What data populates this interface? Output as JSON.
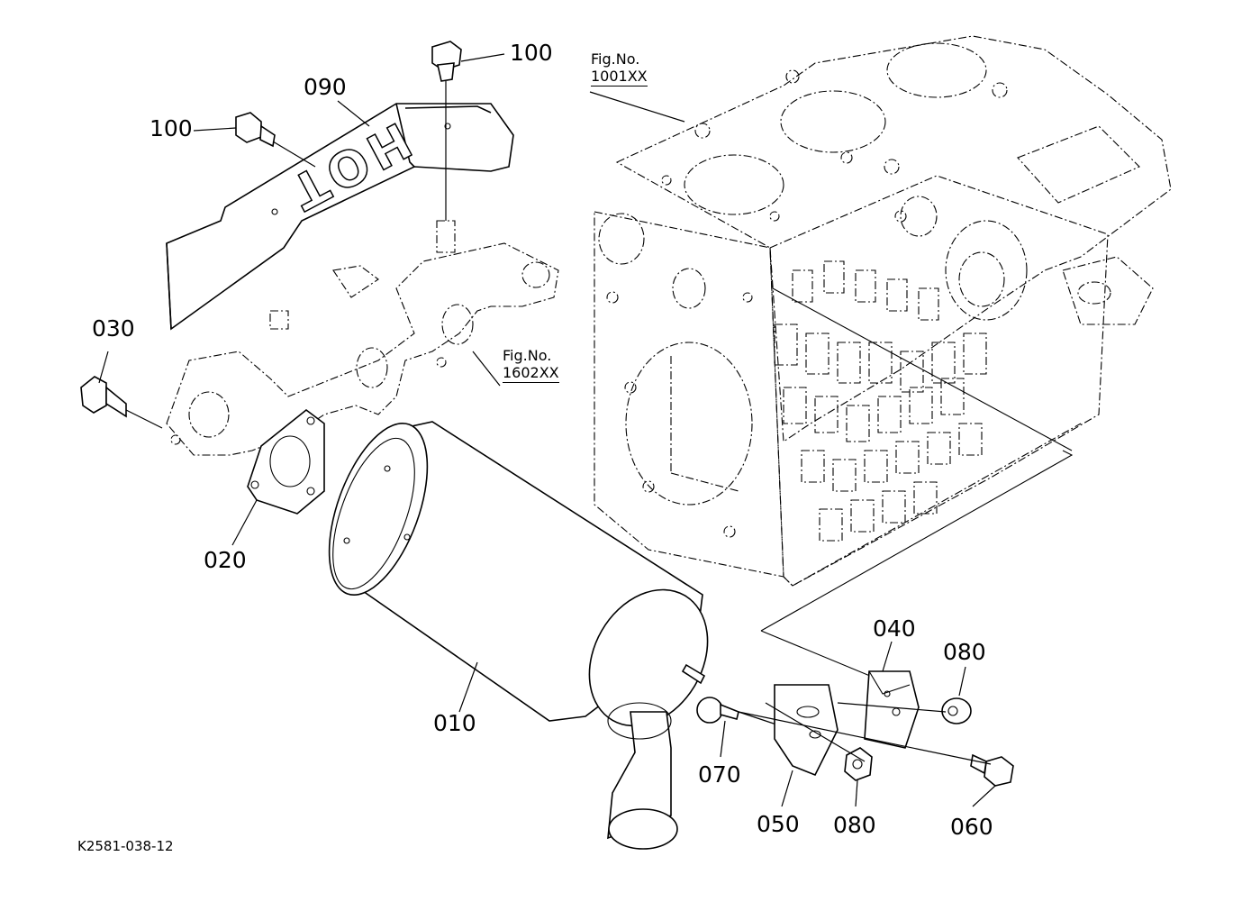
{
  "parts": [
    {
      "id": "p100a",
      "label": "100"
    },
    {
      "id": "p090",
      "label": "090"
    },
    {
      "id": "p100b",
      "label": "100"
    },
    {
      "id": "p030",
      "label": "030"
    },
    {
      "id": "p020",
      "label": "020"
    },
    {
      "id": "p010",
      "label": "010"
    },
    {
      "id": "p040",
      "label": "040"
    },
    {
      "id": "p080a",
      "label": "080"
    },
    {
      "id": "p070",
      "label": "070"
    },
    {
      "id": "p050",
      "label": "050"
    },
    {
      "id": "p080b",
      "label": "080"
    },
    {
      "id": "p060",
      "label": "060"
    }
  ],
  "figure_refs": [
    {
      "prefix": "Fig.No.",
      "number": "1001XX"
    },
    {
      "prefix": "Fig.No.",
      "number": "1602XX"
    }
  ],
  "shield_marking": "HOT",
  "drawing_id": "K2581-038-12"
}
